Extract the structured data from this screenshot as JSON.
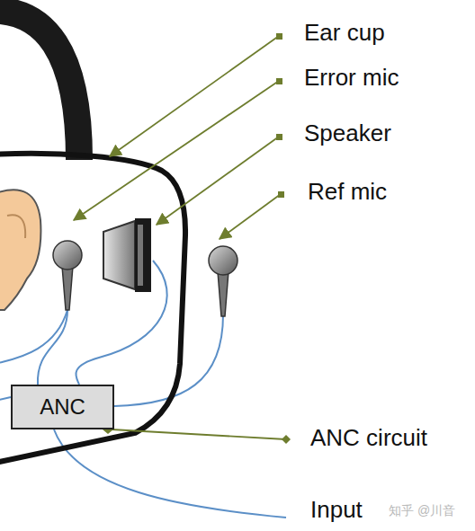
{
  "diagram": {
    "nodes": [
      {
        "text": [
          "ANC"
        ]
      }
    ],
    "labels": [
      "Ear cup",
      "Error mic",
      "Speaker",
      "Ref mic",
      "ANC circuit",
      "Input",
      "知乎 @川音"
    ]
  }
}
